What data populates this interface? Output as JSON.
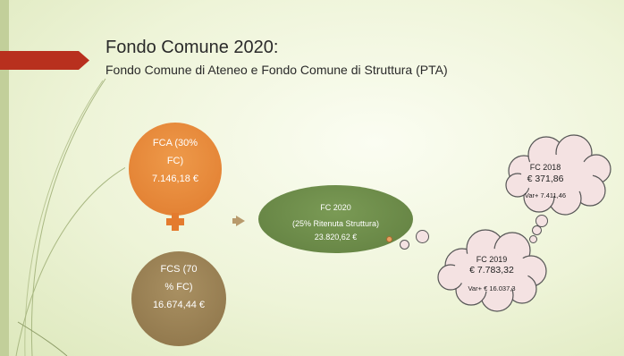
{
  "slide": {
    "title": "Fondo Comune 2020:",
    "subtitle": "Fondo Comune di Ateneo e Fondo Comune di Struttura (PTA)"
  },
  "fca": {
    "line1": "FCA (30%",
    "line2": "FC)",
    "value": "7.146,18 €"
  },
  "fcs": {
    "line1": "FCS (70",
    "line2": "% FC)",
    "value": "16.674,44 €"
  },
  "fc2020": {
    "line1": "FC 2020",
    "line2": "(25% Ritenuta Struttura)",
    "value": "23.820,62 €"
  },
  "fc2018": {
    "label": "FC 2018",
    "value": "€ 371,86",
    "variation": "Var+ 7.411,46"
  },
  "fc2019": {
    "label": "FC 2019",
    "value": "€ 7.783,32",
    "variation": "Var+ € 16.037,3"
  },
  "colors": {
    "fca": "#e07b2e",
    "fcs": "#8c7348",
    "fc2020": "#617f40",
    "cloud": "#f4e2e2",
    "title_tab": "#b8301e"
  }
}
